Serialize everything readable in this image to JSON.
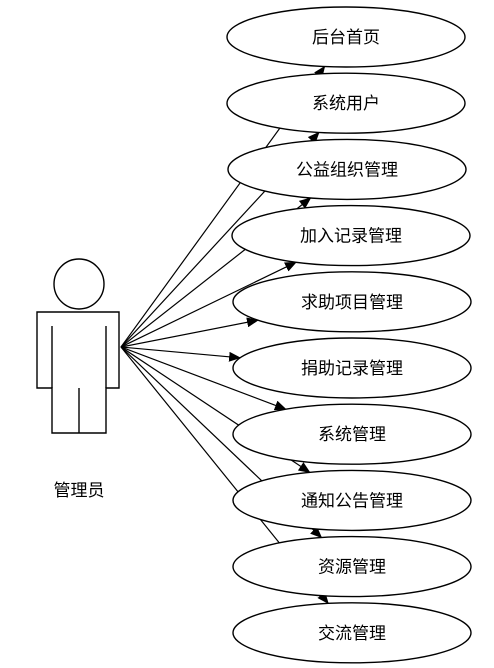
{
  "actor": {
    "label": "管理员",
    "icon": "person-icon"
  },
  "use_cases": [
    {
      "id": "home",
      "label": "后台首页"
    },
    {
      "id": "system-users",
      "label": "系统用户"
    },
    {
      "id": "charity-org-management",
      "label": "公益组织管理"
    },
    {
      "id": "join-record-management",
      "label": "加入记录管理"
    },
    {
      "id": "help-project-management",
      "label": "求助项目管理"
    },
    {
      "id": "donation-record-management",
      "label": "捐助记录管理"
    },
    {
      "id": "system-management",
      "label": "系统管理"
    },
    {
      "id": "notice-management",
      "label": "通知公告管理"
    },
    {
      "id": "resource-management",
      "label": "资源管理"
    },
    {
      "id": "exchange-management",
      "label": "交流管理"
    }
  ],
  "colors": {
    "stroke": "#000000",
    "background": "#ffffff"
  }
}
